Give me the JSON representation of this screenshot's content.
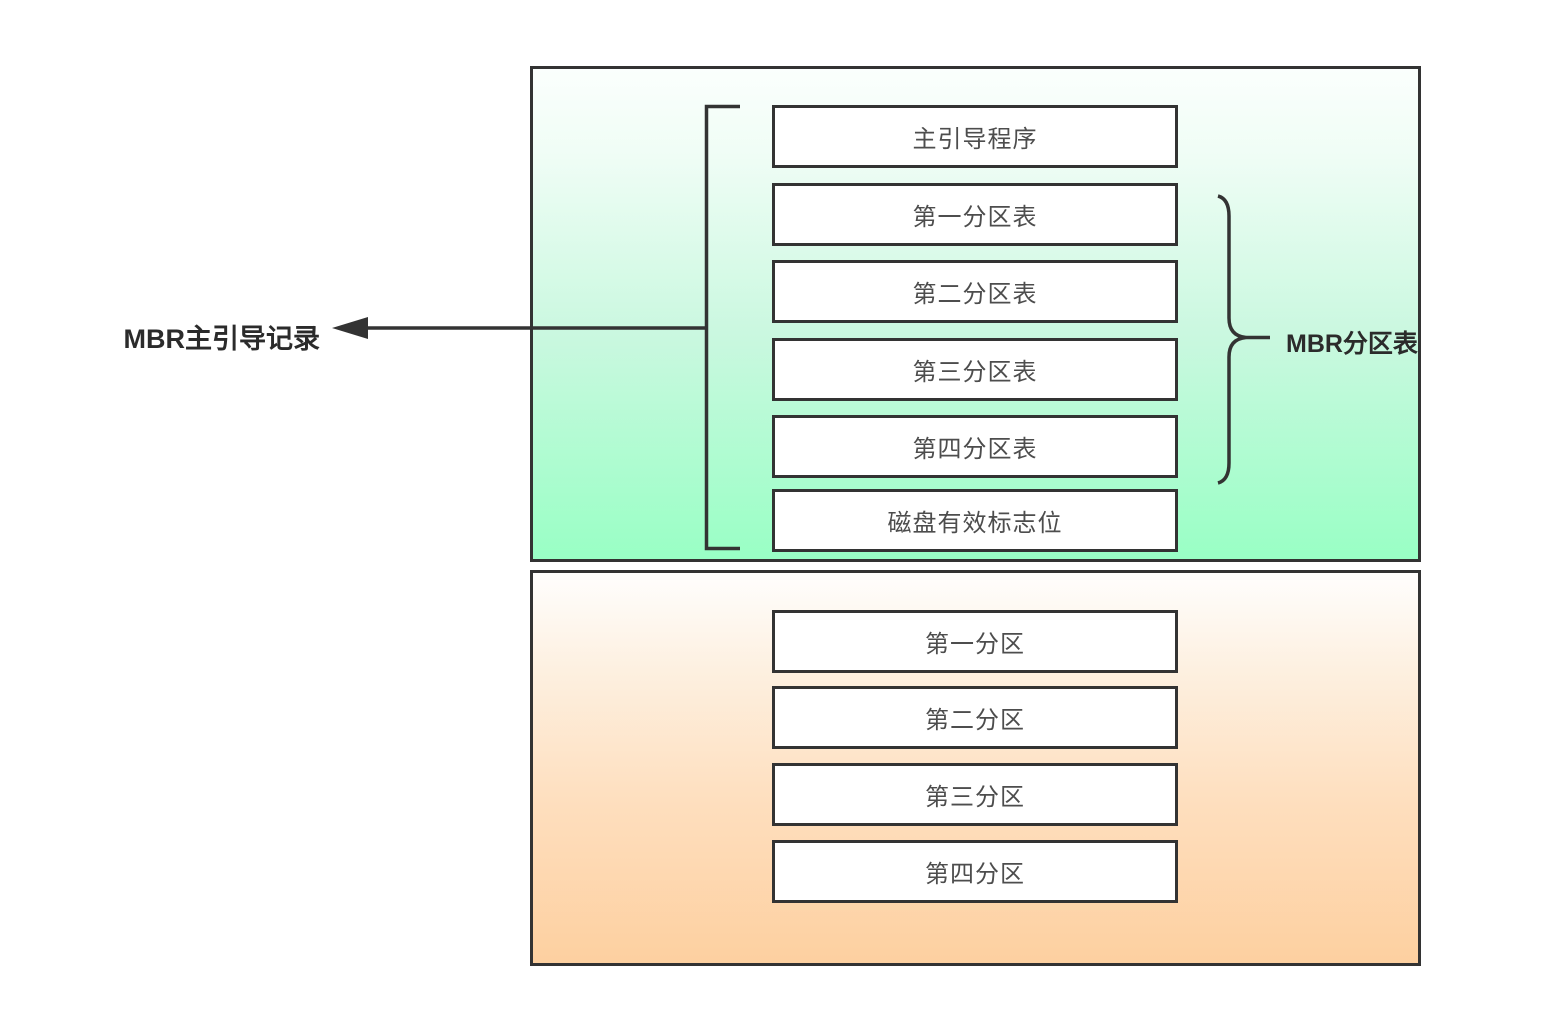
{
  "diagram": {
    "description": "MBR disk layout diagram",
    "left_label": "MBR主引导记录",
    "right_label": "MBR分区表",
    "mbr_section": {
      "rows": [
        "主引导程序",
        "第一分区表",
        "第二分区表",
        "第三分区表",
        "第四分区表",
        "磁盘有效标志位"
      ]
    },
    "partition_section": {
      "rows": [
        "第一分区",
        "第二分区",
        "第三分区",
        "第四分区"
      ]
    },
    "colors": {
      "line": "#333333",
      "mbr_gradient_top": "#fbfffd",
      "mbr_gradient_bottom": "#99ffc5",
      "partition_gradient_top": "#fffefd",
      "partition_gradient_bottom": "#fdd0a0",
      "row_background": "#ffffff",
      "row_text": "#4d4d4d",
      "label_text": "#2b2b2b"
    }
  }
}
